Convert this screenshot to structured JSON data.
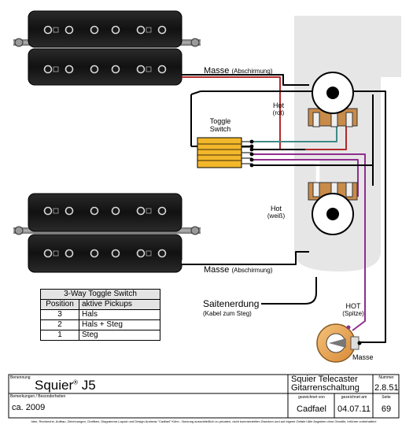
{
  "labels": {
    "masse_top": "Masse",
    "masse_top_sub": "(Abschirmung)",
    "masse_bottom": "Masse",
    "masse_bottom_sub": "(Abschirmung)",
    "hot_red": "Hot",
    "hot_red_sub": "(rot)",
    "hot_white": "Hot",
    "hot_white_sub": "(weiß)",
    "toggle_line1": "Toggle",
    "toggle_line2": "Switch",
    "saitenerdung": "Saitenerdung",
    "saitenerdung_sub": "(Kabel zum Steg)",
    "hot_tip": "HOT",
    "hot_tip_sub": "(Spitze)",
    "masse_jack": "Masse"
  },
  "switch_table": {
    "title": "3-Way Toggle Switch",
    "col_position": "Position",
    "col_pickups": "aktive Pickups",
    "rows": [
      {
        "position": "3",
        "pickups": "Hals"
      },
      {
        "position": "2",
        "pickups": "Hals + Steg"
      },
      {
        "position": "1",
        "pickups": "Steg"
      }
    ]
  },
  "title_block": {
    "benennung_label": "Benennung",
    "name": "Squier",
    "name_sup": "®",
    "name_rest": " J5",
    "subject_line1": "Squier Telecaster",
    "subject_line2": "Gitarrenschaltung",
    "nummer_label": "Nummer",
    "nummer": "2.8.51",
    "bemerkungen_label": "Bemerkungen / Besonderheiten",
    "bemerkung": "ca. 2009",
    "gezeichnet_von_label": "gezeichnet von",
    "gezeichnet_von": "Cadfael",
    "gezeichnet_am_label": "gezeichnet am",
    "gezeichnet_am": "04.07.11",
    "seite_label": "Seite",
    "seite": "69",
    "footer": "Idee, Recherche, Aufbau, Zeichnungen, Grafiken, Diagramme-Layout und Design Andreas \"Cadfael\" Kühn  -  Nutzung ausschließlich zu privaten, nicht kommerziellen Zwecken und auf eigene Gefahr! Alle Angaben ohne Gewähr, Irrtümer vorbehalten!"
  },
  "colors": {
    "wire_red": "#b02a2a",
    "wire_teal": "#3d8a86",
    "wire_purple": "#8e2e8e",
    "plate": "#e6e6e6",
    "switch_yellow": "#f2b72b"
  }
}
